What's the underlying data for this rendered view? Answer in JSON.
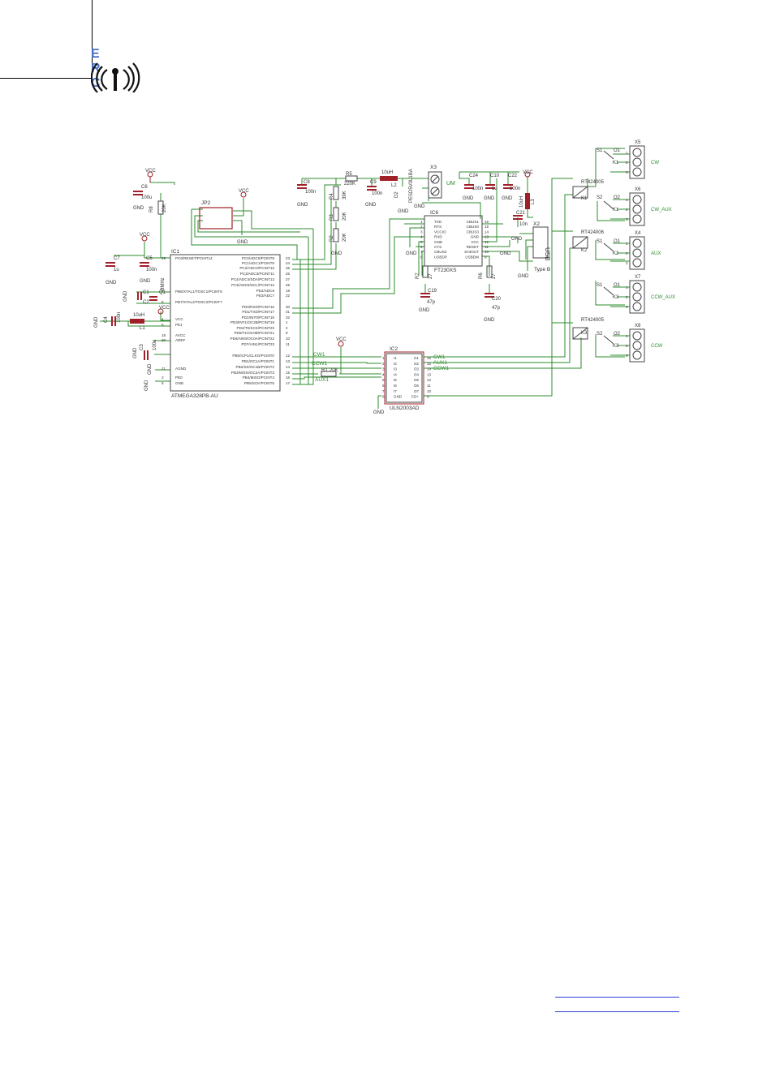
{
  "logo": {
    "text": "E R C"
  },
  "schematic": {
    "ic1": {
      "ref": "IC1",
      "part": "ATMEGA328PB-AU",
      "left_pins": [
        {
          "num": "29",
          "name": "PC6/RESET/PCINT14"
        },
        {
          "num": "7",
          "name": "PB6/XTAL1/TOSC1/PCINT6"
        },
        {
          "num": "8",
          "name": "PB7/XTAL2/TOSC2/PCINT7"
        },
        {
          "num": "4",
          "name": "VCC"
        },
        {
          "num": "6",
          "name": "PE1"
        },
        {
          "num": "18",
          "name": "AVCC"
        },
        {
          "num": "20",
          "name": "AREF"
        },
        {
          "num": "21",
          "name": "AGND"
        },
        {
          "num": "3",
          "name": "PE0"
        },
        {
          "num": "5",
          "name": "GND"
        }
      ],
      "right_pins": [
        {
          "num": "23",
          "name": "PC0/ADC0/PCINT8"
        },
        {
          "num": "24",
          "name": "PC1/ADC1/PCINT9"
        },
        {
          "num": "25",
          "name": "PC2/ADC2/PCINT10"
        },
        {
          "num": "26",
          "name": "PC3/ADC3/PCINT11"
        },
        {
          "num": "27",
          "name": "PC4/ADC4/SDA/PCINT12"
        },
        {
          "num": "28",
          "name": "PC5/ADC5/SCL/PCINT13"
        },
        {
          "num": "19",
          "name": "PE2/ADC6"
        },
        {
          "num": "22",
          "name": "PE3/ADC7"
        },
        {
          "num": "30",
          "name": "PD0/RXD/PCINT16"
        },
        {
          "num": "31",
          "name": "PD1/TXD/PCINT17"
        },
        {
          "num": "32",
          "name": "PD2/INT0/PCINT18"
        },
        {
          "num": "1",
          "name": "PD3/INT1/OC2B/PCINT19"
        },
        {
          "num": "2",
          "name": "PD4/T0/XCK/PCINT20"
        },
        {
          "num": "9",
          "name": "PD5/T1/OC0B/PCINT21"
        },
        {
          "num": "10",
          "name": "PD6/AIN0/OC0A/PCINT22"
        },
        {
          "num": "11",
          "name": "PD7/AIN1/PCINT23"
        },
        {
          "num": "12",
          "name": "PB0/ICP1/CLKO/PCINT0"
        },
        {
          "num": "13",
          "name": "PB1/OC1A/PCINT1"
        },
        {
          "num": "14",
          "name": "PB2/SS/OC1B/PCINT2"
        },
        {
          "num": "15",
          "name": "PB3/MOSI/OC2A/PCINT3"
        },
        {
          "num": "16",
          "name": "PB4/MISO/PCINT4"
        },
        {
          "num": "17",
          "name": "PB5/SCK/PCINT5"
        }
      ]
    },
    "ic6": {
      "ref": "IC6",
      "part": "FT230XS",
      "left_pins": [
        {
          "num": "1",
          "name": "TXD"
        },
        {
          "num": "2",
          "name": "RTS"
        },
        {
          "num": "3",
          "name": "VCCIO"
        },
        {
          "num": "4",
          "name": "RXD"
        },
        {
          "num": "5",
          "name": "GND"
        },
        {
          "num": "6",
          "name": "CTS"
        },
        {
          "num": "7",
          "name": "CBUS2"
        },
        {
          "num": "8",
          "name": "USBDP"
        }
      ],
      "right_pins": [
        {
          "num": "16",
          "name": "CBUS1"
        },
        {
          "num": "15",
          "name": "CBUS0"
        },
        {
          "num": "14",
          "name": "CBUS3"
        },
        {
          "num": "13",
          "name": "GND"
        },
        {
          "num": "12",
          "name": "VCC"
        },
        {
          "num": "11",
          "name": "RESET"
        },
        {
          "num": "10",
          "name": "3V3OUT"
        },
        {
          "num": "9",
          "name": "USBDM"
        }
      ]
    },
    "ic2": {
      "ref": "IC2",
      "part": "ULN2003AD",
      "left_pins": [
        {
          "num": "1",
          "name": "I1"
        },
        {
          "num": "2",
          "name": "I2"
        },
        {
          "num": "3",
          "name": "I3"
        },
        {
          "num": "4",
          "name": "I4"
        },
        {
          "num": "5",
          "name": "I5"
        },
        {
          "num": "6",
          "name": "I6"
        },
        {
          "num": "7",
          "name": "I7"
        },
        {
          "num": "8",
          "name": "GND"
        }
      ],
      "right_pins": [
        {
          "num": "16",
          "name": "O1"
        },
        {
          "num": "15",
          "name": "O2"
        },
        {
          "num": "14",
          "name": "O3"
        },
        {
          "num": "13",
          "name": "O4"
        },
        {
          "num": "12",
          "name": "O5"
        },
        {
          "num": "11",
          "name": "O6"
        },
        {
          "num": "10",
          "name": "O7"
        },
        {
          "num": "9",
          "name": "CD+"
        }
      ]
    },
    "net_labels": {
      "cw1": "CW1",
      "ccw1": "CCW1",
      "aux1": "AUX1",
      "cw1_out": "CW1",
      "aux1_out": "AUX1",
      "ccw1_out": "CCW1"
    },
    "relays": [
      {
        "ref": "K1",
        "part": "RT424005"
      },
      {
        "ref": "K2",
        "part": "RT424006"
      },
      {
        "ref": "K3",
        "part": "RT424005"
      }
    ],
    "terminals": [
      {
        "ref": "X5",
        "label": "CW",
        "sw": "S1",
        "o": "O1",
        "k": "K1"
      },
      {
        "ref": "X6",
        "label": "CW_AUX",
        "sw": "S2",
        "o": "O2",
        "k": "K1"
      },
      {
        "ref": "X4",
        "label": "AUX",
        "sw": "S1",
        "o": "O1",
        "k": "K2"
      },
      {
        "ref": "X7",
        "label": "CCW_AUX",
        "sw": "S1",
        "o": "O1",
        "k": "K3"
      },
      {
        "ref": "X8",
        "label": "CCW",
        "sw": "S2",
        "o": "O2",
        "k": "K3"
      }
    ],
    "x3": {
      "ref": "X3",
      "label": "UM"
    },
    "x2": {
      "ref": "X2",
      "label": "USB",
      "type": "Type B"
    },
    "jp2": {
      "ref": "JP2"
    },
    "labels": {
      "vcc": "VCC",
      "gnd": "GND",
      "c6": "C6",
      "c6v": "100u",
      "r8": "R8",
      "r8v": "20K",
      "c7": "C7",
      "c7v": "1u",
      "c5": "C5",
      "c5v": "100n",
      "c4": "C4",
      "c4v": "100n",
      "l1": "L1",
      "l1v": "10uH",
      "c3": "C3",
      "c3v": "100n",
      "c1": "C1",
      "c2": "C2",
      "q1": "Q1",
      "q1v": "8MHz",
      "c8": "C8",
      "c8v": "100n",
      "r5": "R5",
      "r5v": "220K",
      "c9": "C9",
      "c9v": "100n",
      "l2": "L2",
      "l2v": "10uH",
      "d2": "D2",
      "d2v": "PESD5V0L1BA",
      "r4": "R4",
      "r4v": "39K",
      "r3": "R3",
      "r3v": "20K",
      "r2": "R2",
      "r2v": "20K",
      "c24": "C24",
      "c24v": "100n",
      "c10": "C10",
      "c10v": "1u",
      "c22": "C22",
      "c22v": "100n",
      "c21": "C21",
      "c21v": "10n",
      "l3": "L3",
      "l3v": "10uH",
      "r7": "R7",
      "r7v": "27",
      "r6": "R6",
      "r6v": "27",
      "c19": "C19",
      "c19v": "47p",
      "c20": "C20",
      "c20v": "47p",
      "r1": "R1",
      "r1v": "20K"
    }
  }
}
